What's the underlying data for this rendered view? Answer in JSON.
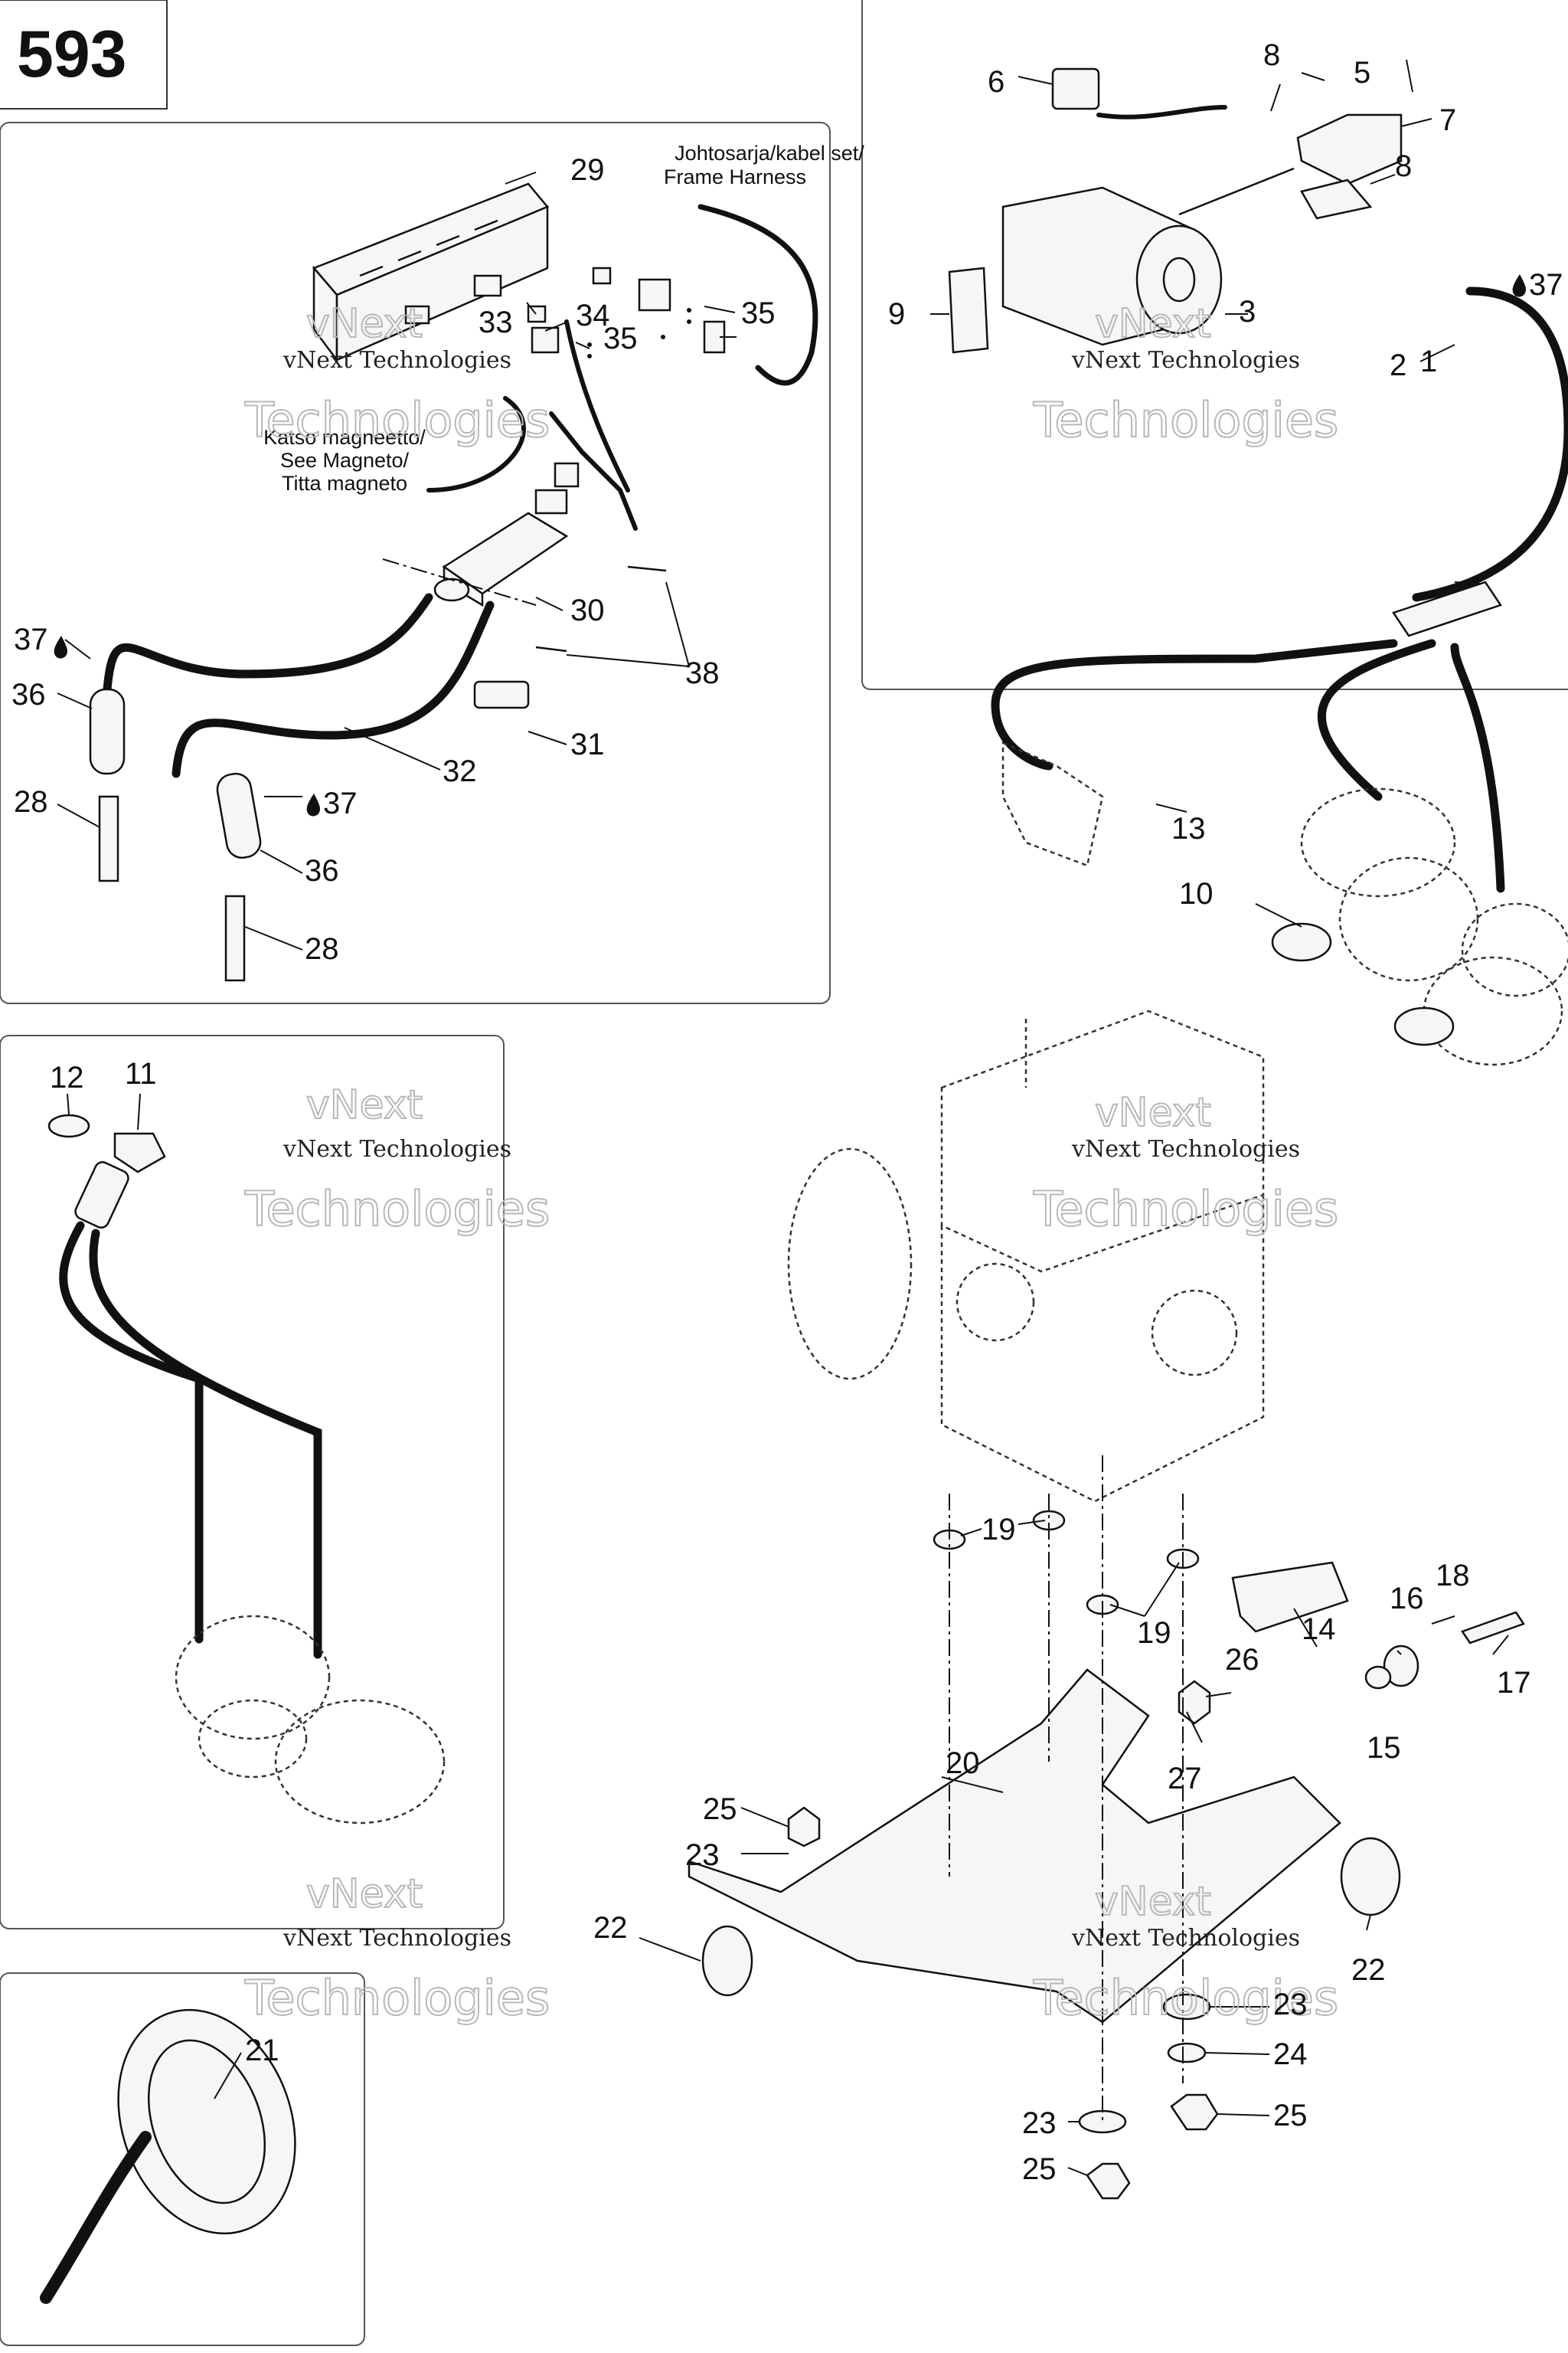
{
  "page_number": "593",
  "captions": {
    "harness": [
      "Johtosarja/kabel set/",
      "Frame Harness"
    ],
    "magneto": [
      "Katso magneetto/",
      "See Magneto/",
      "Titta magneto"
    ]
  },
  "watermark": {
    "line1": "vNext Technologies",
    "line2": "Technologies",
    "line3": "vNext"
  },
  "callouts": {
    "c1": "1",
    "c2": "2",
    "c3": "3",
    "c5": "5",
    "c6": "6",
    "c7": "7",
    "c8a": "8",
    "c8b": "8",
    "c9": "9",
    "c10": "10",
    "c11": "11",
    "c12": "12",
    "c13": "13",
    "c14": "14",
    "c15": "15",
    "c16": "16",
    "c17": "17",
    "c18": "18",
    "c19a": "19",
    "c19b": "19",
    "c20": "20",
    "c21": "21",
    "c22a": "22",
    "c22b": "22",
    "c23a": "23",
    "c23b": "23",
    "c23c": "23",
    "c24": "24",
    "c25a": "25",
    "c25b": "25",
    "c25c": "25",
    "c26": "26",
    "c27": "27",
    "c28a": "28",
    "c28b": "28",
    "c29": "29",
    "c30": "30",
    "c31": "31",
    "c32": "32",
    "c33": "33",
    "c34": "34",
    "c35a": "35",
    "c35b": "35",
    "c36a": "36",
    "c36b": "36",
    "c37a": "37",
    "c37b": "37",
    "c37c": "37",
    "c38": "38"
  }
}
